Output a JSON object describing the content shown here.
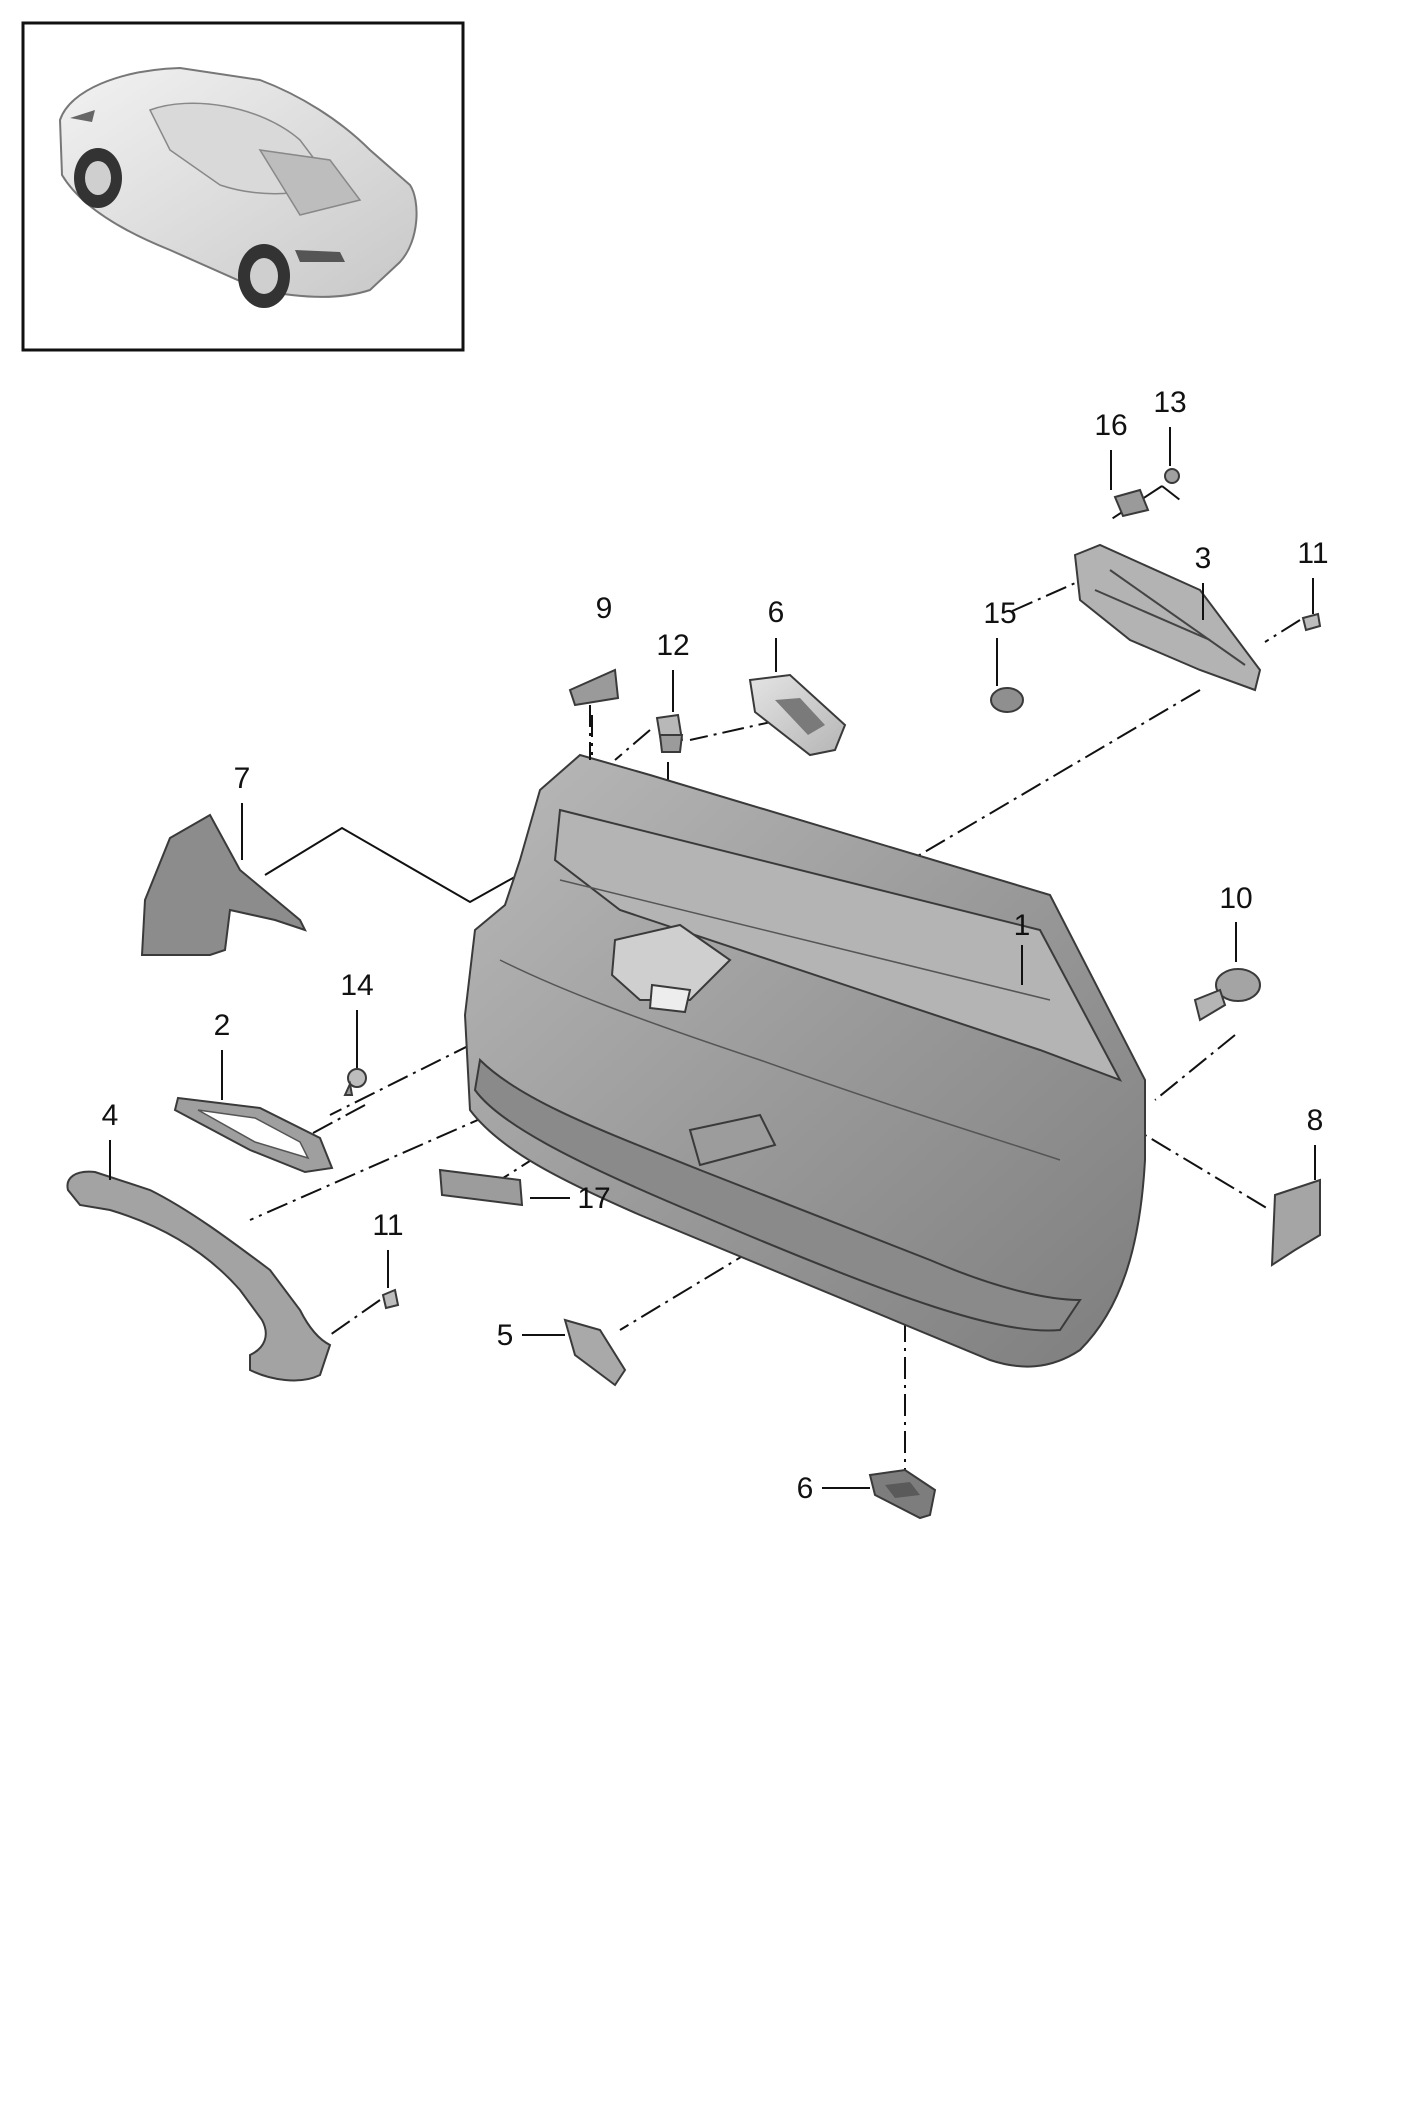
{
  "callouts": [
    {
      "id": "p1",
      "number": "1"
    },
    {
      "id": "p2",
      "number": "2"
    },
    {
      "id": "p3",
      "number": "3"
    },
    {
      "id": "p4",
      "number": "4"
    },
    {
      "id": "p5",
      "number": "5"
    },
    {
      "id": "p6a",
      "number": "6"
    },
    {
      "id": "p6b",
      "number": "6"
    },
    {
      "id": "p7",
      "number": "7"
    },
    {
      "id": "p8",
      "number": "8"
    },
    {
      "id": "p9",
      "number": "9"
    },
    {
      "id": "p10",
      "number": "10"
    },
    {
      "id": "p11a",
      "number": "11"
    },
    {
      "id": "p11b",
      "number": "11"
    },
    {
      "id": "p12",
      "number": "12"
    },
    {
      "id": "p13",
      "number": "13"
    },
    {
      "id": "p14",
      "number": "14"
    },
    {
      "id": "p15",
      "number": "15"
    },
    {
      "id": "p16",
      "number": "16"
    },
    {
      "id": "p17",
      "number": "17"
    }
  ],
  "colors": {
    "part_dark": "#8f8f8f",
    "part_mid": "#a8a8a8",
    "part_light": "#c9c9c9",
    "outline": "#1a1a1a"
  }
}
